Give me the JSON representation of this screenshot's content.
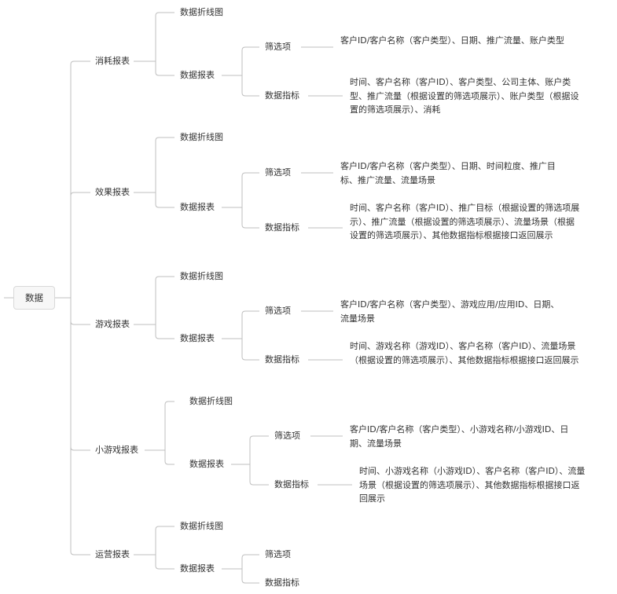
{
  "root": {
    "label": "数据"
  },
  "nodes": {
    "r1": {
      "label": "消耗报表"
    },
    "r1_line": {
      "label": "数据折线图"
    },
    "r1_table": {
      "label": "数据报表"
    },
    "r1_filter": {
      "label": "筛选项"
    },
    "r1_metric": {
      "label": "数据指标"
    },
    "r1_filter_detail": {
      "label": "客户ID/客户名称（客户类型）、日期、推广流量、账户类型"
    },
    "r1_metric_detail": {
      "label": "时间、客户名称（客户ID）、客户类型、公司主体、账户类型、推广流量（根据设置的筛选项展示）、账户类型（根据设置的筛选项展示）、消耗"
    },
    "r2": {
      "label": "效果报表"
    },
    "r2_line": {
      "label": "数据折线图"
    },
    "r2_table": {
      "label": "数据报表"
    },
    "r2_filter": {
      "label": "筛选项"
    },
    "r2_metric": {
      "label": "数据指标"
    },
    "r2_filter_detail": {
      "label": "客户ID/客户名称（客户类型）、日期、时间粒度、推广目标、推广流量、流量场景"
    },
    "r2_metric_detail": {
      "label": "时间、客户名称（客户ID）、推广目标（根据设置的筛选项展示）、推广流量（根据设置的筛选项展示）、流量场景（根据设置的筛选项展示）、其他数据指标根据接口返回展示"
    },
    "r3": {
      "label": "游戏报表"
    },
    "r3_line": {
      "label": "数据折线图"
    },
    "r3_table": {
      "label": "数据报表"
    },
    "r3_filter": {
      "label": "筛选项"
    },
    "r3_metric": {
      "label": "数据指标"
    },
    "r3_filter_detail": {
      "label": "客户ID/客户名称（客户类型）、游戏应用/应用ID、日期、流量场景"
    },
    "r3_metric_detail": {
      "label": "时间、游戏名称（游戏ID）、客户名称（客户ID）、流量场景（根据设置的筛选项展示）、其他数据指标根据接口返回展示"
    },
    "r4": {
      "label": "小游戏报表"
    },
    "r4_line": {
      "label": "数据折线图"
    },
    "r4_table": {
      "label": "数据报表"
    },
    "r4_filter": {
      "label": "筛选项"
    },
    "r4_metric": {
      "label": "数据指标"
    },
    "r4_filter_detail": {
      "label": "客户ID/客户名称（客户类型）、小游戏名称/小游戏ID、日期、流量场景"
    },
    "r4_metric_detail": {
      "label": "时间、小游戏名称（小游戏ID）、客户名称（客户ID）、流量场景（根据设置的筛选项展示）、其他数据指标根据接口返回展示"
    },
    "r5": {
      "label": "运营报表"
    },
    "r5_line": {
      "label": "数据折线图"
    },
    "r5_table": {
      "label": "数据报表"
    },
    "r5_filter": {
      "label": "筛选项"
    },
    "r5_metric": {
      "label": "数据指标"
    }
  },
  "colors": {
    "line": "#bfbfbf",
    "text": "#333333",
    "root_bg": "#f7f7f7",
    "root_border": "#d9d9d9"
  }
}
